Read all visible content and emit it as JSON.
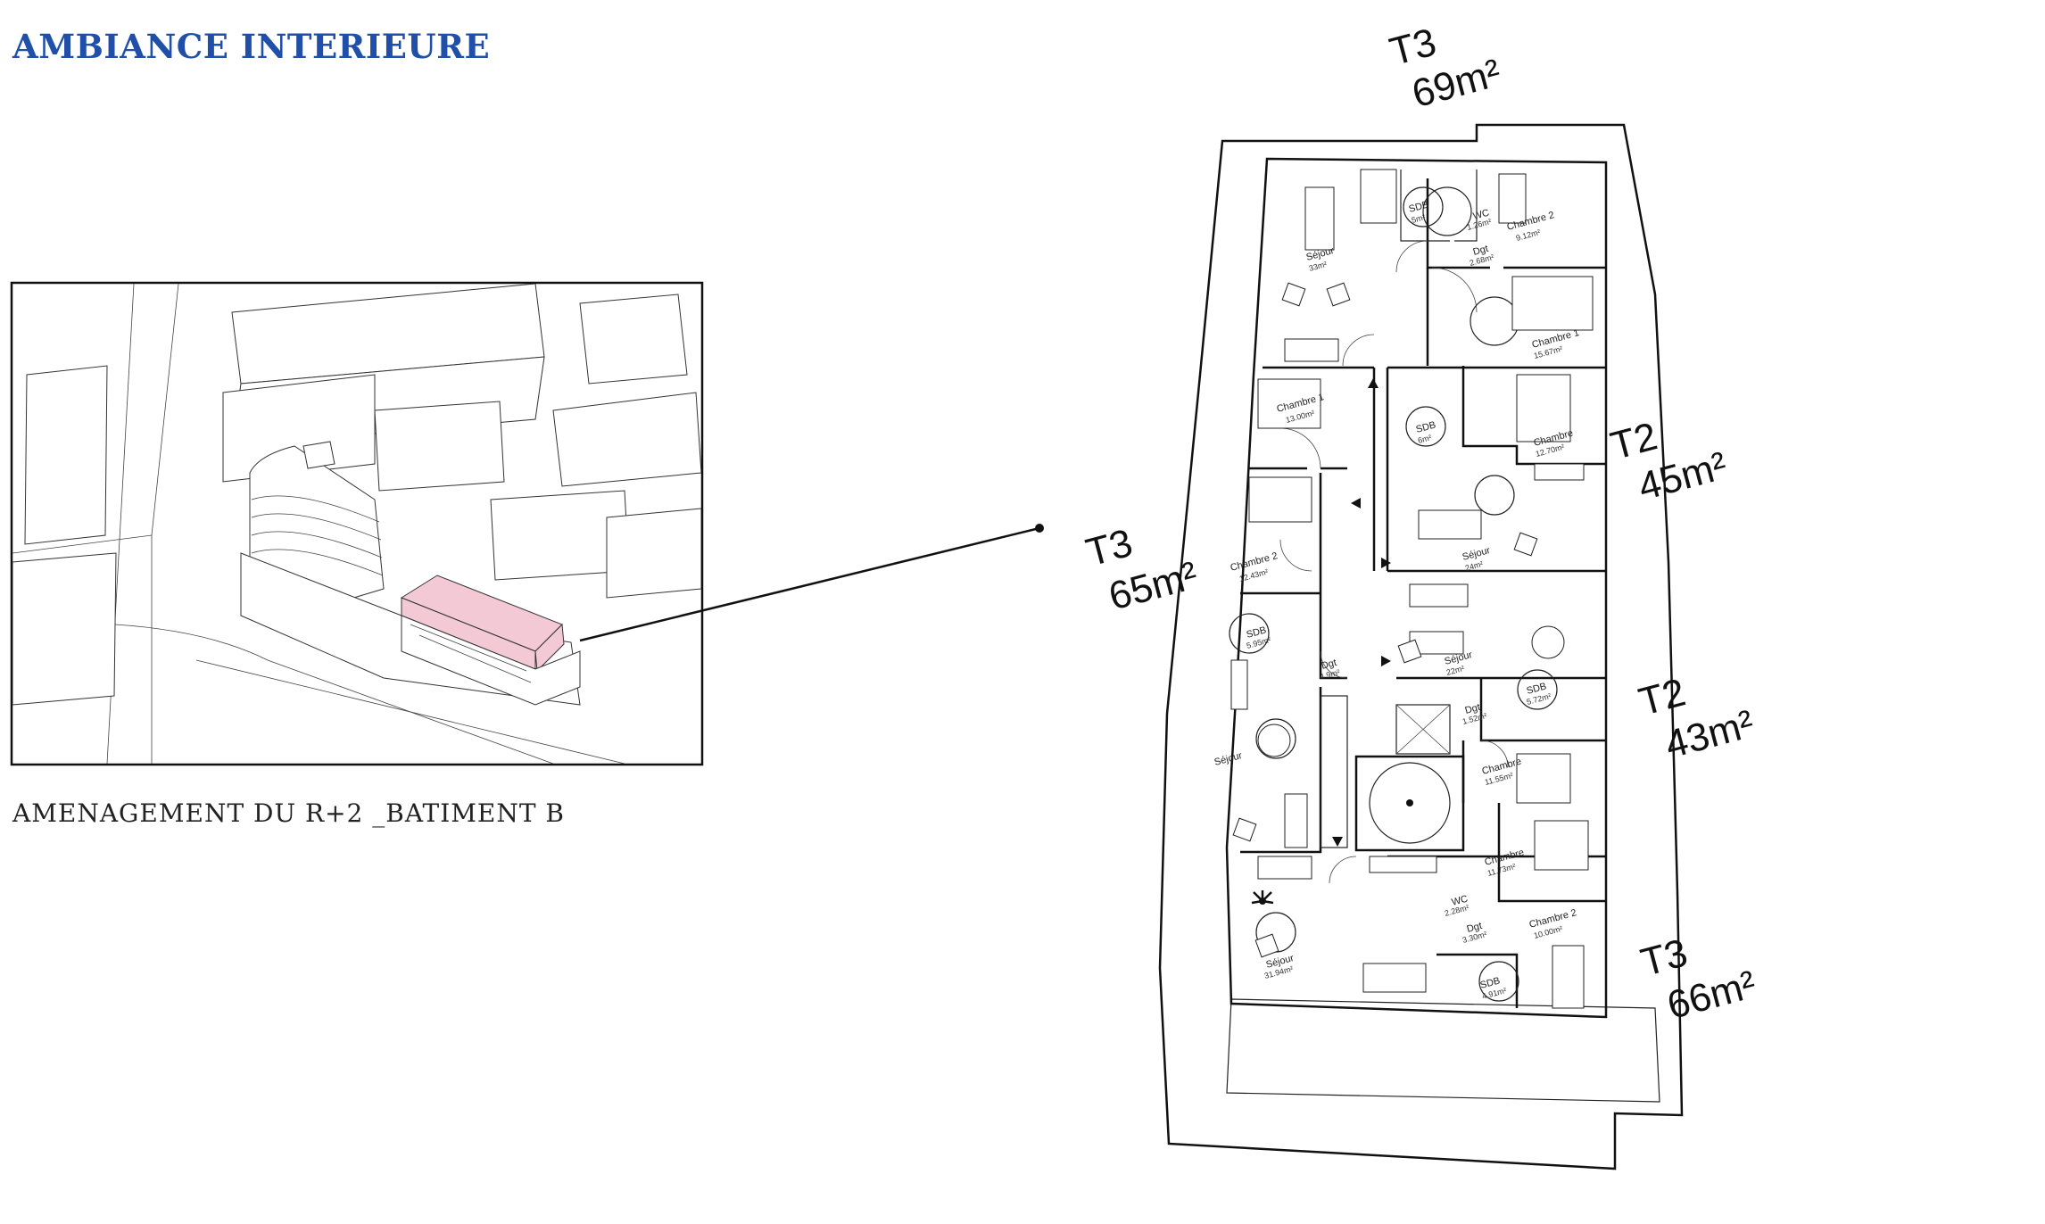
{
  "page": {
    "title": "AMBIANCE INTERIEURE",
    "caption": "AMENAGEMENT DU R+2 _BATIMENT B"
  },
  "colors": {
    "title": "#1f4fa8",
    "highlight": "#f3c9d6"
  },
  "units": [
    {
      "type": "T3",
      "area": "69m²"
    },
    {
      "type": "T2",
      "area": "45m²"
    },
    {
      "type": "T3",
      "area": "65m²"
    },
    {
      "type": "T2",
      "area": "43m²"
    },
    {
      "type": "T3",
      "area": "66m²"
    }
  ],
  "rooms": [
    {
      "name": "SDB",
      "area": "5m²"
    },
    {
      "name": "WC",
      "area": "1.26m²"
    },
    {
      "name": "Chambre 2",
      "area": "9.12m²"
    },
    {
      "name": "Séjour",
      "area": "33m²"
    },
    {
      "name": "Dgt",
      "area": "2.68m²"
    },
    {
      "name": "Chambre 1",
      "area": "15.67m²"
    },
    {
      "name": "Chambre 1",
      "area": "13.00m²"
    },
    {
      "name": "SDB",
      "area": "6m²"
    },
    {
      "name": "Chambre",
      "area": "12.70m²"
    },
    {
      "name": "Chambre 2",
      "area": "12.43m²"
    },
    {
      "name": "Séjour",
      "area": "24m²"
    },
    {
      "name": "SDB",
      "area": "5.95m²"
    },
    {
      "name": "Dgt",
      "area": "4.9m²"
    },
    {
      "name": "Séjour",
      "area": "22m²"
    },
    {
      "name": "Dgt",
      "area": "1.52m²"
    },
    {
      "name": "SDB",
      "area": "5.72m²"
    },
    {
      "name": "Séjour",
      "area": ""
    },
    {
      "name": "Chambre",
      "area": "11.55m²"
    },
    {
      "name": "Chambre",
      "area": "11.73m²"
    },
    {
      "name": "WC",
      "area": "2.28m²"
    },
    {
      "name": "Dgt",
      "area": "3.30m²"
    },
    {
      "name": "Chambre 2",
      "area": "10.00m²"
    },
    {
      "name": "Séjour",
      "area": "31.94m²"
    },
    {
      "name": "SDB",
      "area": "4.91m²"
    }
  ],
  "icons": {
    "stair_arrow": "triangle-arrow-icon",
    "elevator": "elevator-icon",
    "plant": "palm-plant-icon"
  }
}
